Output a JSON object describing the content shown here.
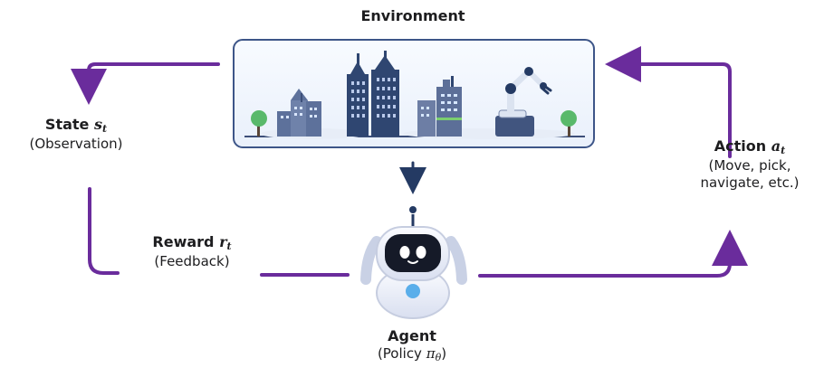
{
  "environment": {
    "title": "Environment"
  },
  "state": {
    "title_text": "State ",
    "symbol": "s",
    "subscript": "t",
    "subtitle": "(Observation)"
  },
  "reward": {
    "title_text": "Reward ",
    "symbol": "r",
    "subscript": "t",
    "subtitle": "(Feedback)"
  },
  "action": {
    "title_text": "Action ",
    "symbol": "a",
    "subscript": "t",
    "subtitle_line1": "(Move, pick,",
    "subtitle_line2": "navigate, etc.)"
  },
  "agent": {
    "title": "Agent",
    "subtitle_prefix": "(Policy ",
    "policy_symbol": "π",
    "policy_subscript": "θ",
    "subtitle_suffix": ")"
  },
  "colors": {
    "arrow": "#6a2c9c",
    "dark_arrow": "#243a63",
    "panel_border": "#3d5588",
    "panel_bg": "#eef4ff",
    "building_dark": "#2f4671",
    "building_mid": "#5d719b",
    "tree": "#59b96b",
    "robot_white": "#f2f4fb",
    "robot_face": "#151a28",
    "robot_eye": "#ffffff"
  }
}
